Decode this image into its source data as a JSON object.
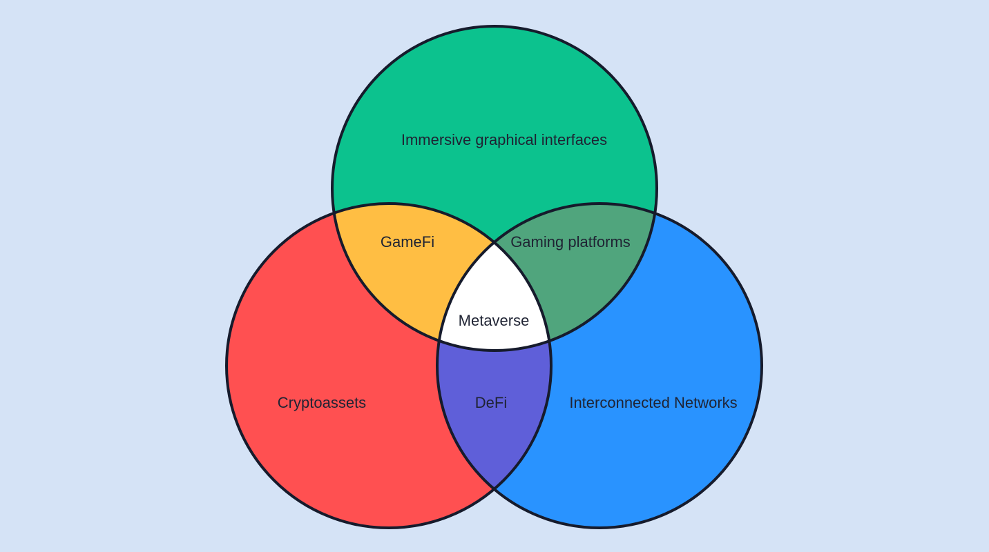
{
  "colors": {
    "background": "#d5e3f6",
    "top_circle": "#0cc28e",
    "left_circle": "#ff5051",
    "right_circle": "#2993ff",
    "top_left_overlap": "#ffbe43",
    "top_right_overlap": "#50a57d",
    "left_right_overlap": "#5f5fd9",
    "center_overlap": "#ffffff",
    "outline": "#161b2c"
  },
  "sets": {
    "top": "Immersive graphical interfaces",
    "left": "Cryptoassets",
    "right": "Interconnected Networks"
  },
  "intersections": {
    "top_left": "GameFi",
    "top_right": "Gaming platforms",
    "left_right": "DeFi",
    "all": "Metaverse"
  }
}
